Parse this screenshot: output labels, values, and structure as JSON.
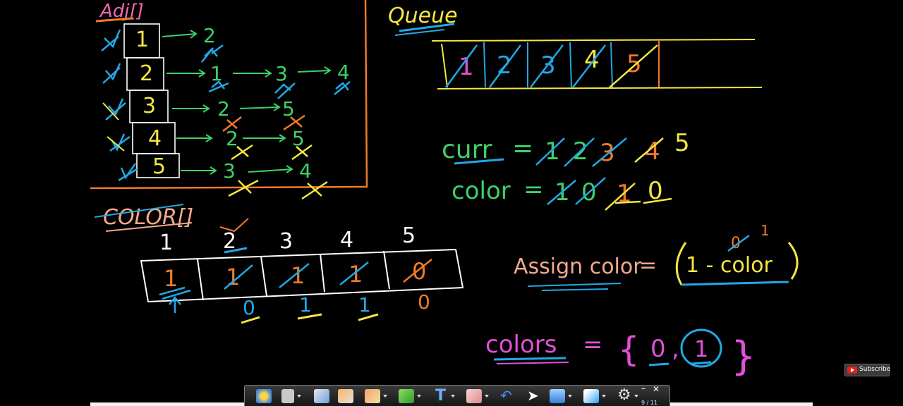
{
  "adjacency": {
    "title": "Adj[]",
    "rows": [
      {
        "vertex": "1",
        "neighbors": [
          "2"
        ]
      },
      {
        "vertex": "2",
        "neighbors": [
          "1",
          "3",
          "4"
        ]
      },
      {
        "vertex": "3",
        "neighbors": [
          "2",
          "5"
        ]
      },
      {
        "vertex": "4",
        "neighbors": [
          "2",
          "5"
        ]
      },
      {
        "vertex": "5",
        "neighbors": [
          "3",
          "4"
        ]
      }
    ]
  },
  "queue": {
    "title": "Queue",
    "cells": [
      "1",
      "2",
      "3",
      "4",
      "5"
    ]
  },
  "color_array": {
    "title": "COLOR[]",
    "indices": [
      "1",
      "2",
      "3",
      "4",
      "5"
    ],
    "cells": [
      "1",
      "1",
      "1",
      "1",
      "0"
    ],
    "values_below": [
      "0",
      "1",
      "1",
      "0"
    ]
  },
  "curr": {
    "label": "curr",
    "eq": "=",
    "values": [
      "1",
      "2",
      "3",
      "4",
      "5"
    ]
  },
  "color_var": {
    "label": "color",
    "eq": "=",
    "values": [
      "1",
      "0",
      "1",
      "0"
    ]
  },
  "assign": {
    "label": "Assign color",
    "eq": "=",
    "formula": "1 - color",
    "above_old": "0",
    "above_new": "1"
  },
  "colors_set": {
    "label": "colors",
    "eq": "=",
    "open": "{",
    "v0": "0",
    "sep": ",",
    "v1": "1",
    "close": "}"
  },
  "player": {
    "subscribe_label": "Subscribe",
    "page_indicator": "9 / 11"
  },
  "palette": {
    "pink": "#f06ab0",
    "yellow": "#f5e642",
    "blue": "#22a8e6",
    "green": "#3fd06a",
    "orange": "#f07a2a",
    "white": "#ffffff",
    "magenta": "#e24fd8",
    "peach": "#f3a98d"
  }
}
